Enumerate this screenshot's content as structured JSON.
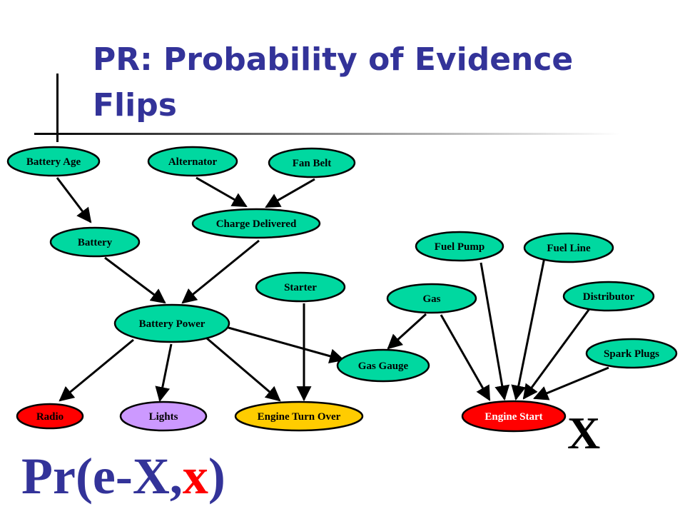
{
  "title": {
    "line1": "PR: Probability of Evidence",
    "line2": "Flips"
  },
  "colors": {
    "title": "#333399",
    "node_default": "#00d8a0",
    "node_radio": "#ff0000",
    "node_lights": "#cc99ff",
    "node_engine_turn_over": "#ffcc00",
    "node_engine_start": "#ff0000",
    "edge": "#000000"
  },
  "nodes": [
    {
      "id": "battery-age",
      "label": "Battery Age",
      "fill": "#00d8a0",
      "text_color": "#000000"
    },
    {
      "id": "alternator",
      "label": "Alternator",
      "fill": "#00d8a0",
      "text_color": "#000000"
    },
    {
      "id": "fan-belt",
      "label": "Fan Belt",
      "fill": "#00d8a0",
      "text_color": "#000000"
    },
    {
      "id": "charge-delivered",
      "label": "Charge Delivered",
      "fill": "#00d8a0",
      "text_color": "#000000"
    },
    {
      "id": "battery",
      "label": "Battery",
      "fill": "#00d8a0",
      "text_color": "#000000"
    },
    {
      "id": "fuel-pump",
      "label": "Fuel Pump",
      "fill": "#00d8a0",
      "text_color": "#000000"
    },
    {
      "id": "fuel-line",
      "label": "Fuel Line",
      "fill": "#00d8a0",
      "text_color": "#000000"
    },
    {
      "id": "starter",
      "label": "Starter",
      "fill": "#00d8a0",
      "text_color": "#000000"
    },
    {
      "id": "gas",
      "label": "Gas",
      "fill": "#00d8a0",
      "text_color": "#000000"
    },
    {
      "id": "distributor",
      "label": "Distributor",
      "fill": "#00d8a0",
      "text_color": "#000000"
    },
    {
      "id": "battery-power",
      "label": "Battery Power",
      "fill": "#00d8a0",
      "text_color": "#000000"
    },
    {
      "id": "spark-plugs",
      "label": "Spark Plugs",
      "fill": "#00d8a0",
      "text_color": "#000000"
    },
    {
      "id": "gas-gauge",
      "label": "Gas Gauge",
      "fill": "#00d8a0",
      "text_color": "#000000"
    },
    {
      "id": "radio",
      "label": "Radio",
      "fill": "#ff0000",
      "text_color": "#000000"
    },
    {
      "id": "lights",
      "label": "Lights",
      "fill": "#cc99ff",
      "text_color": "#000000"
    },
    {
      "id": "engine-turn-over",
      "label": "Engine Turn Over",
      "fill": "#ffcc00",
      "text_color": "#000000"
    },
    {
      "id": "engine-start",
      "label": "Engine Start",
      "fill": "#ff0000",
      "text_color": "#ffffff"
    }
  ],
  "edges": [
    {
      "from": "battery-age",
      "to": "battery"
    },
    {
      "from": "alternator",
      "to": "charge-delivered"
    },
    {
      "from": "fan-belt",
      "to": "charge-delivered"
    },
    {
      "from": "battery",
      "to": "battery-power"
    },
    {
      "from": "charge-delivered",
      "to": "battery-power"
    },
    {
      "from": "battery-power",
      "to": "radio"
    },
    {
      "from": "battery-power",
      "to": "lights"
    },
    {
      "from": "battery-power",
      "to": "engine-turn-over"
    },
    {
      "from": "starter",
      "to": "engine-turn-over"
    },
    {
      "from": "battery-power",
      "to": "gas-gauge"
    },
    {
      "from": "gas",
      "to": "gas-gauge"
    },
    {
      "from": "gas",
      "to": "engine-start"
    },
    {
      "from": "fuel-pump",
      "to": "engine-start"
    },
    {
      "from": "fuel-line",
      "to": "engine-start"
    },
    {
      "from": "distributor",
      "to": "engine-start"
    },
    {
      "from": "spark-plugs",
      "to": "engine-start"
    }
  ],
  "query_variable": "X",
  "formula": {
    "prefix": "Pr(e-X,",
    "var": "x",
    "suffix": ")"
  }
}
